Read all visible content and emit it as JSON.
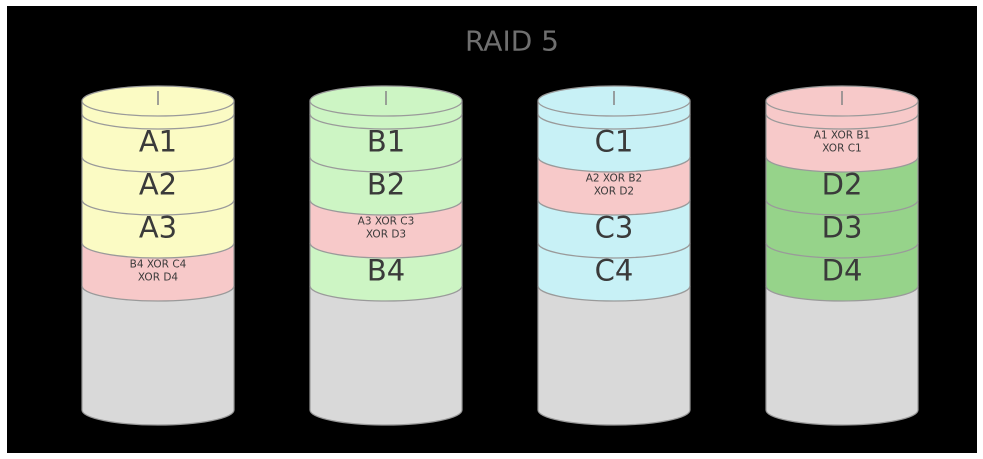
{
  "title": "RAID 5",
  "colors": {
    "background": "#000000",
    "frame": "#ffffff",
    "empty_body": "#d9d9d9",
    "outline": "#9a9a9a",
    "text": "#3a3a3a"
  },
  "disks": [
    {
      "name": "disk-1",
      "top_color": "#fbfbc4",
      "blocks": [
        {
          "lines": [
            "A1"
          ],
          "kind": "data",
          "color": "#fbfbc4"
        },
        {
          "lines": [
            "A2"
          ],
          "kind": "data",
          "color": "#fbfbc4"
        },
        {
          "lines": [
            "A3"
          ],
          "kind": "data",
          "color": "#fbfbc4"
        },
        {
          "lines": [
            "B4 XOR C4",
            "XOR D4"
          ],
          "kind": "parity",
          "color": "#f7c9c9"
        }
      ]
    },
    {
      "name": "disk-2",
      "top_color": "#cdf5c4",
      "blocks": [
        {
          "lines": [
            "B1"
          ],
          "kind": "data",
          "color": "#cdf5c4"
        },
        {
          "lines": [
            "B2"
          ],
          "kind": "data",
          "color": "#cdf5c4"
        },
        {
          "lines": [
            "A3 XOR C3",
            "XOR D3"
          ],
          "kind": "parity",
          "color": "#f7c9c9"
        },
        {
          "lines": [
            "B4"
          ],
          "kind": "data",
          "color": "#cdf5c4"
        }
      ]
    },
    {
      "name": "disk-3",
      "top_color": "#c8f1f6",
      "blocks": [
        {
          "lines": [
            "C1"
          ],
          "kind": "data",
          "color": "#c8f1f6"
        },
        {
          "lines": [
            "A2 XOR B2",
            "XOR D2"
          ],
          "kind": "parity",
          "color": "#f7c9c9"
        },
        {
          "lines": [
            "C3"
          ],
          "kind": "data",
          "color": "#c8f1f6"
        },
        {
          "lines": [
            "C4"
          ],
          "kind": "data",
          "color": "#c8f1f6"
        }
      ]
    },
    {
      "name": "disk-4",
      "top_color": "#f7c9c9",
      "blocks": [
        {
          "lines": [
            "A1 XOR B1",
            "XOR C1"
          ],
          "kind": "parity",
          "color": "#f7c9c9"
        },
        {
          "lines": [
            "D2"
          ],
          "kind": "data",
          "color": "#96d38a"
        },
        {
          "lines": [
            "D3"
          ],
          "kind": "data",
          "color": "#96d38a"
        },
        {
          "lines": [
            "D4"
          ],
          "kind": "data",
          "color": "#96d38a"
        }
      ]
    }
  ]
}
